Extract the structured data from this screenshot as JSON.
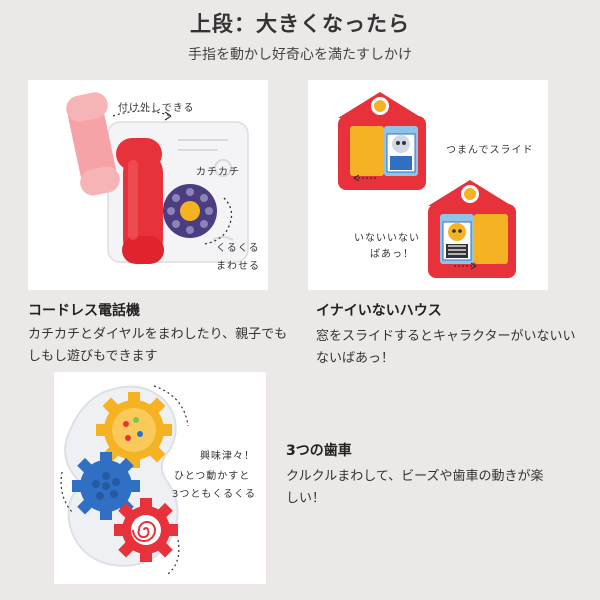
{
  "header": {
    "title": "上段：大きくなったら",
    "subtitle": "手指を動かし好奇心を満たすしかけ"
  },
  "phone_section": {
    "title": "コードレス電話機",
    "desc_line1": "カチカチとダイヤルをまわしたり、親子でも",
    "desc_line2": "しもし遊びもできます",
    "anno_detach": "付け外しできる",
    "anno_click": "カチカチ",
    "anno_rotate_1": "くるくる",
    "anno_rotate_2": "まわせる"
  },
  "house_section": {
    "title": "イナイいないハウス",
    "desc_line1": "窓をスライドするとキャラクターがいないい",
    "desc_line2": "ないばあっ！",
    "anno_slide": "つまんでスライド",
    "anno_peek_1": "いないいない",
    "anno_peek_2": "ばあっ！"
  },
  "gear_section": {
    "title": "3つの歯車",
    "desc_line1": "クルクルまわして、ビーズや歯車の動きが楽",
    "desc_line2": "しい！",
    "anno_1": "興味津々！",
    "anno_2": "ひとつ動かすと",
    "anno_3": "3つともくるくる"
  },
  "colors": {
    "background": "#ece8e7",
    "toy_red": "#e8323b",
    "toy_yellow": "#f5b223",
    "toy_blue": "#2f6fc4",
    "dial_purple": "#4b3d80"
  }
}
